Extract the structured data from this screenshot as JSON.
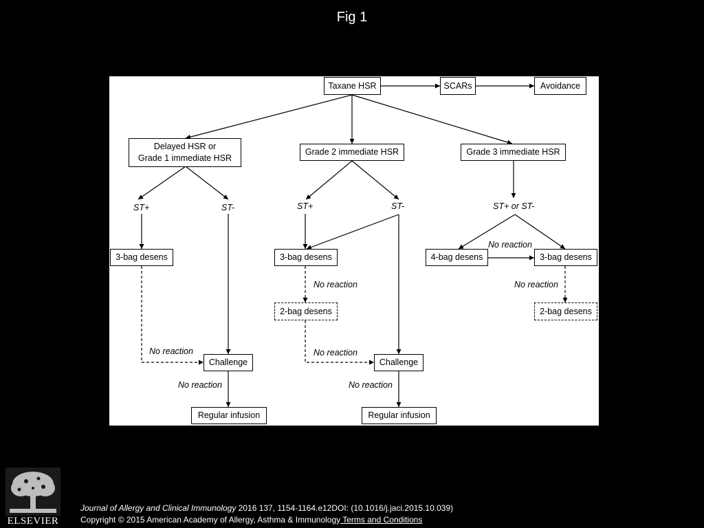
{
  "figure": {
    "title": "Fig 1"
  },
  "diagram": {
    "nodes": {
      "taxane_hsr": "Taxane HSR",
      "scars": "SCARs",
      "avoidance": "Avoidance",
      "delayed_grade1": "Delayed HSR or\nGrade 1 immediate HSR",
      "grade2": "Grade 2 immediate HSR",
      "grade3": "Grade 3 immediate HSR",
      "desens3_a": "3-bag desens",
      "desens3_b": "3-bag desens",
      "desens4_c": "4-bag desens",
      "desens3_c": "3-bag desens",
      "desens2_b": "2-bag desens",
      "desens2_c": "2-bag desens",
      "challenge_a": "Challenge",
      "challenge_b": "Challenge",
      "infusion_a": "Regular infusion",
      "infusion_b": "Regular infusion"
    },
    "labels": {
      "st_plus_a": "ST+",
      "st_minus_a": "ST-",
      "st_plus_b": "ST+",
      "st_minus_b": "ST-",
      "st_either_c": "ST+ or ST-",
      "no_reaction_c_top": "No reaction",
      "no_reaction_b_1": "No reaction",
      "no_reaction_c_2": "No reaction",
      "no_reaction_a_3": "No reaction",
      "no_reaction_b_3": "No reaction",
      "no_reaction_a_4": "No reaction",
      "no_reaction_b_4": "No reaction"
    }
  },
  "footer": {
    "journal": "Journal of Allergy and Clinical Immunology",
    "citation": " 2016 137, 1154-1164.e12DOI: (10.1016/j.jaci.2015.10.039)",
    "copyright": "Copyright © 2015 American Academy of Allergy, Asthma & Immunology",
    "terms_link": " Terms and Conditions"
  },
  "publisher": {
    "logo_text": "ELSEVIER",
    "logo_icon": "elsevier-tree-logo"
  }
}
